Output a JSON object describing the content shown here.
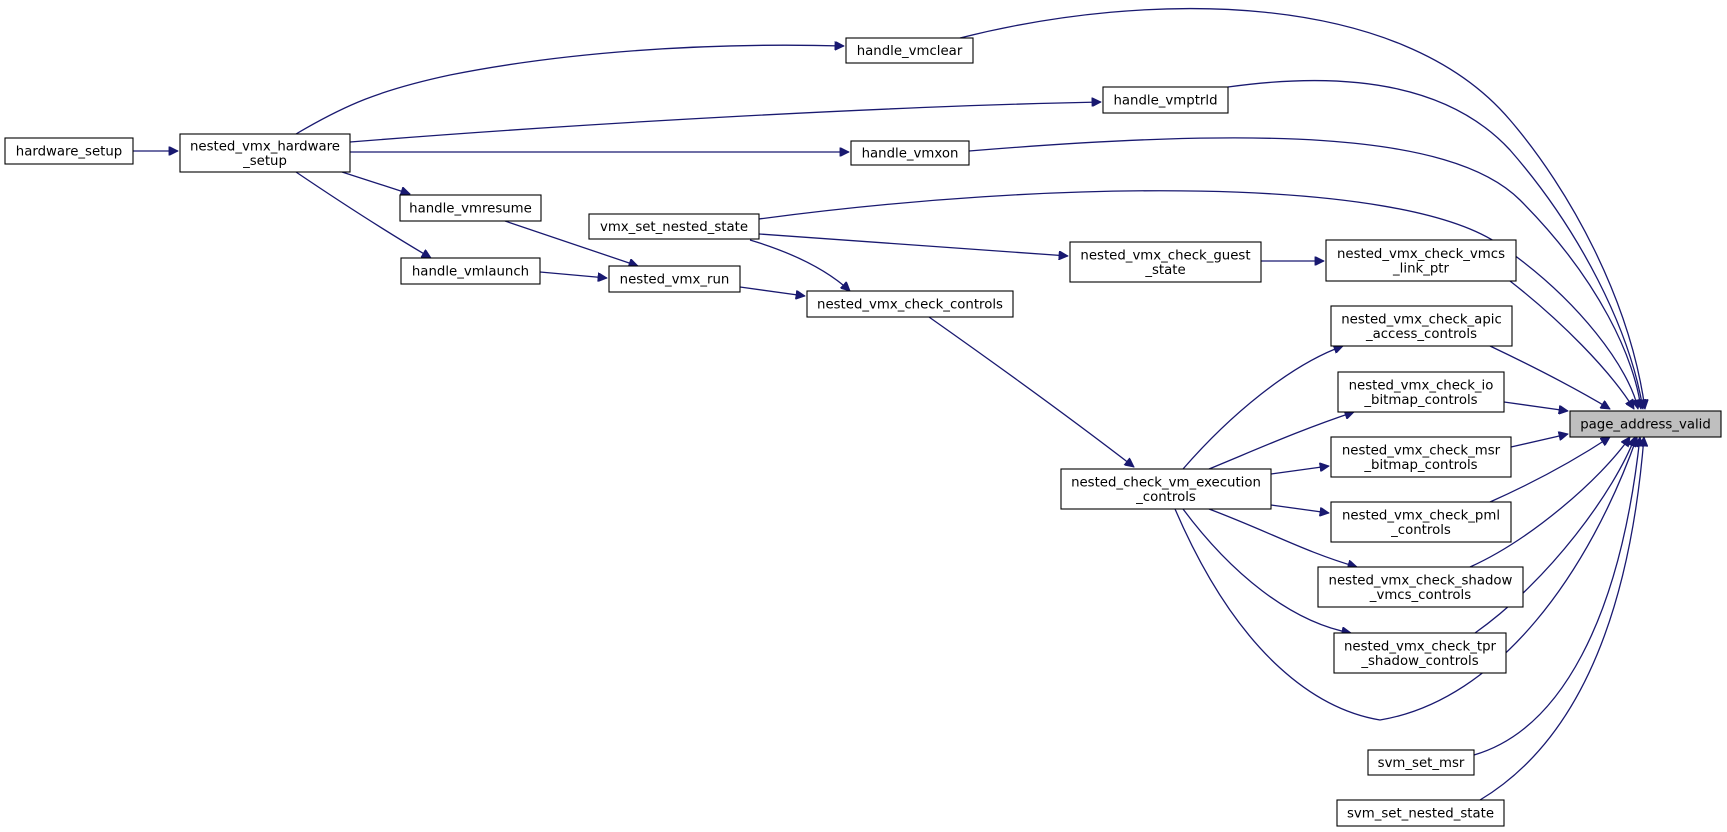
{
  "graph": {
    "colors": {
      "edge": "#191970",
      "node_fill": "#ffffff",
      "root_fill": "#bfbfbf",
      "border": "#000000"
    },
    "nodes": {
      "hardware_setup": [
        "hardware_setup"
      ],
      "nested_vmx_hardware_setup": [
        "nested_vmx_hardware",
        "_setup"
      ],
      "handle_vmclear": [
        "handle_vmclear"
      ],
      "handle_vmptrld": [
        "handle_vmptrld"
      ],
      "handle_vmxon": [
        "handle_vmxon"
      ],
      "handle_vmresume": [
        "handle_vmresume"
      ],
      "handle_vmlaunch": [
        "handle_vmlaunch"
      ],
      "vmx_set_nested_state": [
        "vmx_set_nested_state"
      ],
      "nested_vmx_run": [
        "nested_vmx_run"
      ],
      "nested_vmx_check_controls": [
        "nested_vmx_check_controls"
      ],
      "nested_vmx_check_guest_state": [
        "nested_vmx_check_guest",
        "_state"
      ],
      "nested_vmx_check_vmcs_link_ptr": [
        "nested_vmx_check_vmcs",
        "_link_ptr"
      ],
      "nested_check_vm_execution_controls": [
        "nested_check_vm_execution",
        "_controls"
      ],
      "nested_vmx_check_apic_access_controls": [
        "nested_vmx_check_apic",
        "_access_controls"
      ],
      "nested_vmx_check_io_bitmap_controls": [
        "nested_vmx_check_io",
        "_bitmap_controls"
      ],
      "nested_vmx_check_msr_bitmap_controls": [
        "nested_vmx_check_msr",
        "_bitmap_controls"
      ],
      "nested_vmx_check_pml_controls": [
        "nested_vmx_check_pml",
        "_controls"
      ],
      "nested_vmx_check_shadow_vmcs_controls": [
        "nested_vmx_check_shadow",
        "_vmcs_controls"
      ],
      "nested_vmx_check_tpr_shadow_controls": [
        "nested_vmx_check_tpr",
        "_shadow_controls"
      ],
      "svm_set_msr": [
        "svm_set_msr"
      ],
      "svm_set_nested_state": [
        "svm_set_nested_state"
      ],
      "page_address_valid": [
        "page_address_valid"
      ]
    },
    "root": "page_address_valid",
    "edges": [
      [
        "hardware_setup",
        "nested_vmx_hardware_setup"
      ],
      [
        "nested_vmx_hardware_setup",
        "handle_vmclear"
      ],
      [
        "nested_vmx_hardware_setup",
        "handle_vmptrld"
      ],
      [
        "nested_vmx_hardware_setup",
        "handle_vmxon"
      ],
      [
        "nested_vmx_hardware_setup",
        "handle_vmresume"
      ],
      [
        "nested_vmx_hardware_setup",
        "handle_vmlaunch"
      ],
      [
        "handle_vmresume",
        "nested_vmx_run"
      ],
      [
        "handle_vmlaunch",
        "nested_vmx_run"
      ],
      [
        "vmx_set_nested_state",
        "nested_vmx_check_controls"
      ],
      [
        "vmx_set_nested_state",
        "nested_vmx_check_guest_state"
      ],
      [
        "nested_vmx_run",
        "nested_vmx_check_controls"
      ],
      [
        "nested_vmx_check_controls",
        "nested_check_vm_execution_controls"
      ],
      [
        "nested_vmx_check_guest_state",
        "nested_vmx_check_vmcs_link_ptr"
      ],
      [
        "nested_check_vm_execution_controls",
        "nested_vmx_check_apic_access_controls"
      ],
      [
        "nested_check_vm_execution_controls",
        "nested_vmx_check_io_bitmap_controls"
      ],
      [
        "nested_check_vm_execution_controls",
        "nested_vmx_check_msr_bitmap_controls"
      ],
      [
        "nested_check_vm_execution_controls",
        "nested_vmx_check_pml_controls"
      ],
      [
        "nested_check_vm_execution_controls",
        "nested_vmx_check_shadow_vmcs_controls"
      ],
      [
        "nested_check_vm_execution_controls",
        "nested_vmx_check_tpr_shadow_controls"
      ],
      [
        "nested_check_vm_execution_controls",
        "page_address_valid"
      ],
      [
        "handle_vmclear",
        "page_address_valid"
      ],
      [
        "handle_vmptrld",
        "page_address_valid"
      ],
      [
        "handle_vmxon",
        "page_address_valid"
      ],
      [
        "vmx_set_nested_state",
        "page_address_valid"
      ],
      [
        "nested_vmx_check_vmcs_link_ptr",
        "page_address_valid"
      ],
      [
        "nested_vmx_check_apic_access_controls",
        "page_address_valid"
      ],
      [
        "nested_vmx_check_io_bitmap_controls",
        "page_address_valid"
      ],
      [
        "nested_vmx_check_msr_bitmap_controls",
        "page_address_valid"
      ],
      [
        "nested_vmx_check_pml_controls",
        "page_address_valid"
      ],
      [
        "nested_vmx_check_shadow_vmcs_controls",
        "page_address_valid"
      ],
      [
        "nested_vmx_check_tpr_shadow_controls",
        "page_address_valid"
      ],
      [
        "svm_set_msr",
        "page_address_valid"
      ],
      [
        "svm_set_nested_state",
        "page_address_valid"
      ]
    ]
  }
}
